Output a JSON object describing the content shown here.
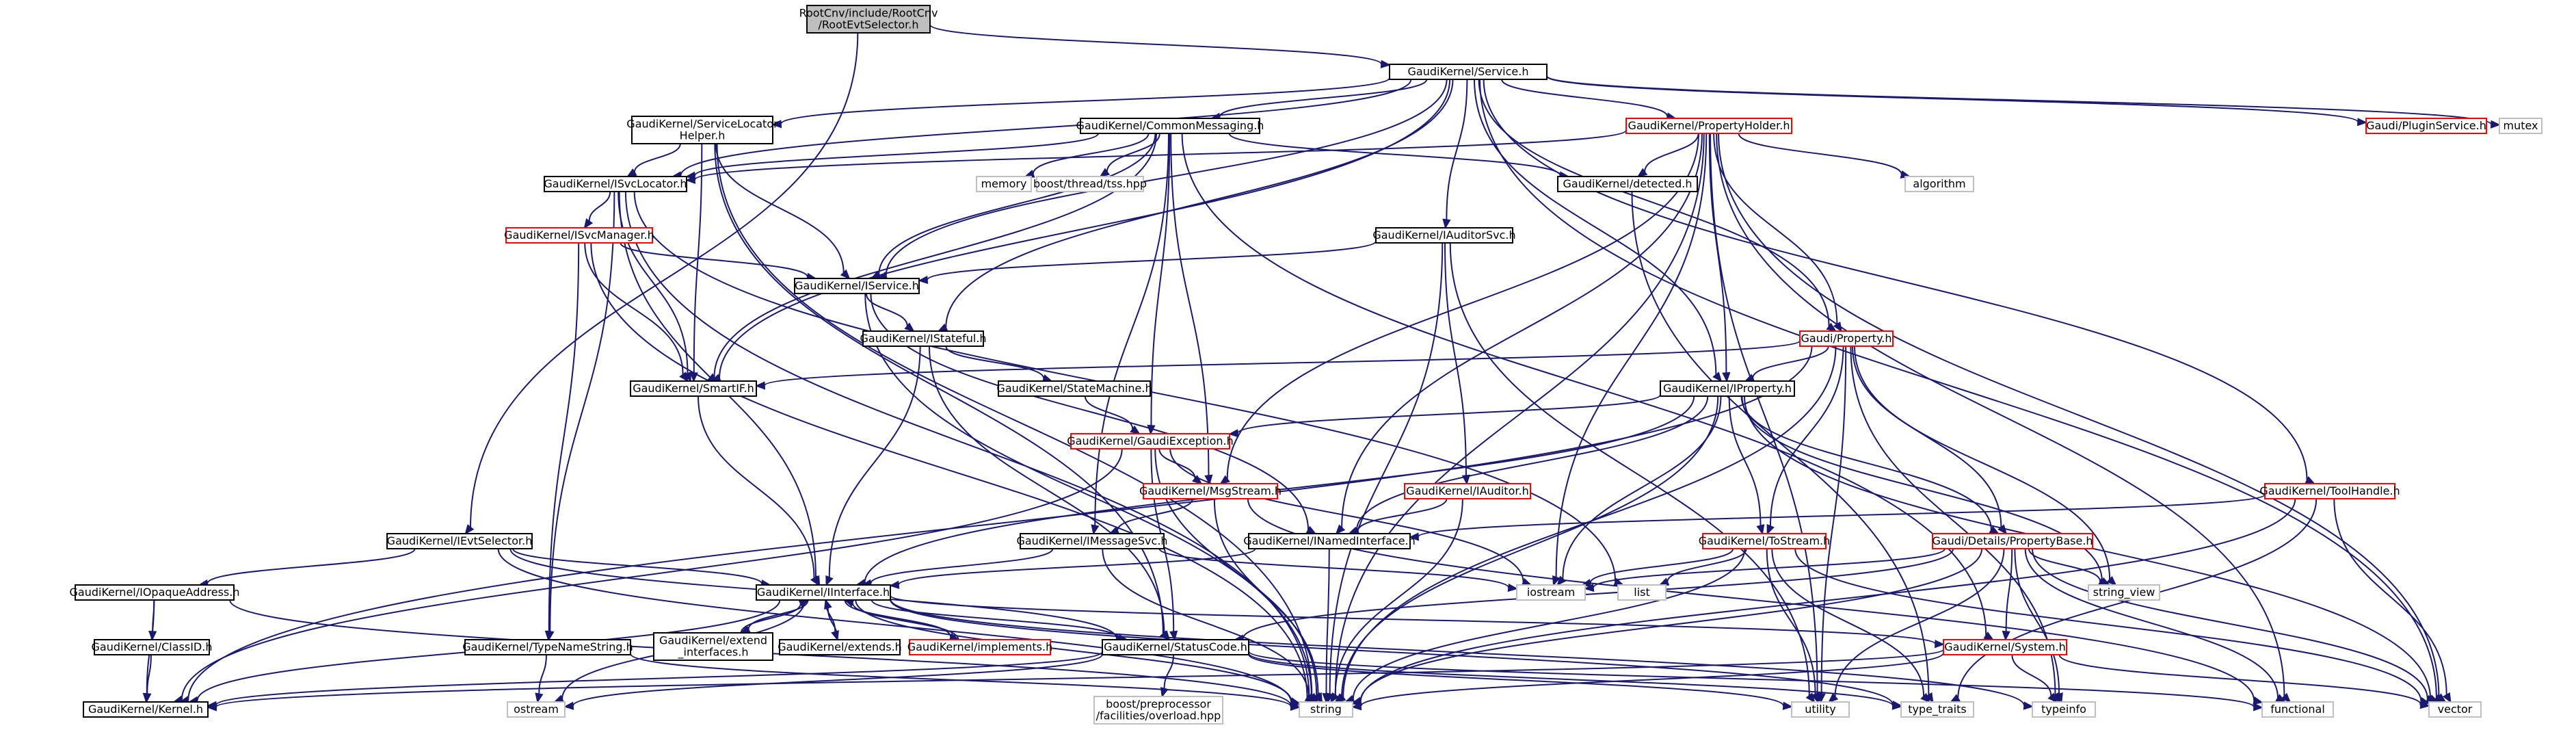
{
  "graph": {
    "colors": {
      "edge": "#191970",
      "node_border_default": "#000000",
      "node_border_incomplete": "#ff0000",
      "node_border_system": "#bfbfbf",
      "root_fill": "#bfbfbf",
      "node_fill": "#ffffff",
      "text": "#000000"
    },
    "nodes": [
      {
        "id": "root",
        "lines": [
          "RootCnv/include/RootCnv",
          "/RootEvtSelector.h"
        ],
        "style": "root"
      },
      {
        "id": "service",
        "lines": [
          "GaudiKernel/Service.h"
        ],
        "style": "default"
      },
      {
        "id": "ievtselector",
        "lines": [
          "GaudiKernel/IEvtSelector.h"
        ],
        "style": "default"
      },
      {
        "id": "servicelocatorhelper",
        "lines": [
          "GaudiKernel/ServiceLocator",
          "Helper.h"
        ],
        "style": "default"
      },
      {
        "id": "commonmessaging",
        "lines": [
          "GaudiKernel/CommonMessaging.h"
        ],
        "style": "default"
      },
      {
        "id": "propertyholder",
        "lines": [
          "GaudiKernel/PropertyHolder.h"
        ],
        "style": "incomplete"
      },
      {
        "id": "pluginservice",
        "lines": [
          "Gaudi/PluginService.h"
        ],
        "style": "incomplete"
      },
      {
        "id": "mutex",
        "lines": [
          "mutex"
        ],
        "style": "system"
      },
      {
        "id": "isvclocator",
        "lines": [
          "GaudiKernel/ISvcLocator.h"
        ],
        "style": "default"
      },
      {
        "id": "memory",
        "lines": [
          "memory"
        ],
        "style": "system"
      },
      {
        "id": "boostthread",
        "lines": [
          "boost/thread/tss.hpp"
        ],
        "style": "system"
      },
      {
        "id": "detected",
        "lines": [
          "GaudiKernel/detected.h"
        ],
        "style": "default"
      },
      {
        "id": "algorithm",
        "lines": [
          "algorithm"
        ],
        "style": "system"
      },
      {
        "id": "isvcmanager",
        "lines": [
          "GaudiKernel/ISvcManager.h"
        ],
        "style": "incomplete"
      },
      {
        "id": "iauditorsvc",
        "lines": [
          "GaudiKernel/IAuditorSvc.h"
        ],
        "style": "default"
      },
      {
        "id": "iservice",
        "lines": [
          "GaudiKernel/IService.h"
        ],
        "style": "default"
      },
      {
        "id": "istateful",
        "lines": [
          "GaudiKernel/IStateful.h"
        ],
        "style": "default"
      },
      {
        "id": "gaudiproperty",
        "lines": [
          "Gaudi/Property.h"
        ],
        "style": "incomplete"
      },
      {
        "id": "smartif",
        "lines": [
          "GaudiKernel/SmartIF.h"
        ],
        "style": "default"
      },
      {
        "id": "statemachine",
        "lines": [
          "GaudiKernel/StateMachine.h"
        ],
        "style": "default"
      },
      {
        "id": "iproperty",
        "lines": [
          "GaudiKernel/IProperty.h"
        ],
        "style": "default"
      },
      {
        "id": "gaudiexception",
        "lines": [
          "GaudiKernel/GaudiException.h"
        ],
        "style": "incomplete"
      },
      {
        "id": "msgstream",
        "lines": [
          "GaudiKernel/MsgStream.h"
        ],
        "style": "incomplete"
      },
      {
        "id": "iauditor",
        "lines": [
          "GaudiKernel/IAuditor.h"
        ],
        "style": "incomplete"
      },
      {
        "id": "toolhandle",
        "lines": [
          "GaudiKernel/ToolHandle.h"
        ],
        "style": "incomplete"
      },
      {
        "id": "imessagesvc",
        "lines": [
          "GaudiKernel/IMessageSvc.h"
        ],
        "style": "default"
      },
      {
        "id": "inamedinterface",
        "lines": [
          "GaudiKernel/INamedInterface.h"
        ],
        "style": "default"
      },
      {
        "id": "tostream",
        "lines": [
          "GaudiKernel/ToStream.h"
        ],
        "style": "incomplete"
      },
      {
        "id": "propertybase",
        "lines": [
          "Gaudi/Details/PropertyBase.h"
        ],
        "style": "incomplete"
      },
      {
        "id": "iopaqueaddress",
        "lines": [
          "GaudiKernel/IOpaqueAddress.h"
        ],
        "style": "default"
      },
      {
        "id": "iinterface",
        "lines": [
          "GaudiKernel/IInterface.h"
        ],
        "style": "default"
      },
      {
        "id": "iostream",
        "lines": [
          "iostream"
        ],
        "style": "system"
      },
      {
        "id": "list",
        "lines": [
          "list"
        ],
        "style": "system"
      },
      {
        "id": "string_view",
        "lines": [
          "string_view"
        ],
        "style": "system"
      },
      {
        "id": "classid",
        "lines": [
          "GaudiKernel/ClassID.h"
        ],
        "style": "default"
      },
      {
        "id": "typenamestring",
        "lines": [
          "GaudiKernel/TypeNameString.h"
        ],
        "style": "default"
      },
      {
        "id": "extendinterfaces",
        "lines": [
          "GaudiKernel/extend",
          "_interfaces.h"
        ],
        "style": "default"
      },
      {
        "id": "extends",
        "lines": [
          "GaudiKernel/extends.h"
        ],
        "style": "default"
      },
      {
        "id": "implements",
        "lines": [
          "GaudiKernel/implements.h"
        ],
        "style": "incomplete"
      },
      {
        "id": "statuscode",
        "lines": [
          "GaudiKernel/StatusCode.h"
        ],
        "style": "default"
      },
      {
        "id": "system",
        "lines": [
          "GaudiKernel/System.h"
        ],
        "style": "incomplete"
      },
      {
        "id": "kernel",
        "lines": [
          "GaudiKernel/Kernel.h"
        ],
        "style": "default"
      },
      {
        "id": "ostream",
        "lines": [
          "ostream"
        ],
        "style": "system"
      },
      {
        "id": "string",
        "lines": [
          "string"
        ],
        "style": "system"
      },
      {
        "id": "boostpp",
        "lines": [
          "boost/preprocessor",
          "/facilities/overload.hpp"
        ],
        "style": "system"
      },
      {
        "id": "utility",
        "lines": [
          "utility"
        ],
        "style": "system"
      },
      {
        "id": "type_traits",
        "lines": [
          "type_traits"
        ],
        "style": "system"
      },
      {
        "id": "typeinfo",
        "lines": [
          "typeinfo"
        ],
        "style": "system"
      },
      {
        "id": "functional",
        "lines": [
          "functional"
        ],
        "style": "system"
      },
      {
        "id": "vector",
        "lines": [
          "vector"
        ],
        "style": "system"
      }
    ],
    "edges": [
      [
        "root",
        "service"
      ],
      [
        "root",
        "ievtselector"
      ],
      [
        "service",
        "servicelocatorhelper"
      ],
      [
        "service",
        "commonmessaging"
      ],
      [
        "service",
        "propertyholder"
      ],
      [
        "service",
        "pluginservice"
      ],
      [
        "service",
        "mutex"
      ],
      [
        "service",
        "isvclocator"
      ],
      [
        "service",
        "iservice"
      ],
      [
        "service",
        "istateful"
      ],
      [
        "service",
        "smartif"
      ],
      [
        "service",
        "iauditorsvc"
      ],
      [
        "service",
        "iproperty"
      ],
      [
        "service",
        "gaudiproperty"
      ],
      [
        "service",
        "toolhandle"
      ],
      [
        "service",
        "vector"
      ],
      [
        "ievtselector",
        "iopaqueaddress"
      ],
      [
        "ievtselector",
        "iinterface"
      ],
      [
        "ievtselector",
        "statuscode"
      ],
      [
        "ievtselector",
        "string"
      ],
      [
        "servicelocatorhelper",
        "isvclocator"
      ],
      [
        "servicelocatorhelper",
        "iservice"
      ],
      [
        "servicelocatorhelper",
        "smartif"
      ],
      [
        "servicelocatorhelper",
        "statuscode"
      ],
      [
        "servicelocatorhelper",
        "string"
      ],
      [
        "commonmessaging",
        "isvclocator"
      ],
      [
        "commonmessaging",
        "memory"
      ],
      [
        "commonmessaging",
        "boostthread"
      ],
      [
        "commonmessaging",
        "detected"
      ],
      [
        "commonmessaging",
        "iservice"
      ],
      [
        "commonmessaging",
        "smartif"
      ],
      [
        "commonmessaging",
        "gaudiexception"
      ],
      [
        "commonmessaging",
        "msgstream"
      ],
      [
        "commonmessaging",
        "imessagesvc"
      ],
      [
        "commonmessaging",
        "system"
      ],
      [
        "propertyholder",
        "isvclocator"
      ],
      [
        "propertyholder",
        "detected"
      ],
      [
        "propertyholder",
        "algorithm"
      ],
      [
        "propertyholder",
        "gaudiproperty"
      ],
      [
        "propertyholder",
        "iproperty"
      ],
      [
        "propertyholder",
        "msgstream"
      ],
      [
        "propertyholder",
        "inamedinterface"
      ],
      [
        "propertyholder",
        "iostream"
      ],
      [
        "propertyholder",
        "string"
      ],
      [
        "propertyholder",
        "utility"
      ],
      [
        "propertyholder",
        "functional"
      ],
      [
        "propertyholder",
        "vector"
      ],
      [
        "isvclocator",
        "isvcmanager"
      ],
      [
        "isvclocator",
        "smartif"
      ],
      [
        "isvclocator",
        "iinterface"
      ],
      [
        "isvclocator",
        "typenamestring"
      ],
      [
        "isvclocator",
        "list"
      ],
      [
        "isvclocator",
        "string"
      ],
      [
        "detected",
        "type_traits"
      ],
      [
        "isvcmanager",
        "iservice"
      ],
      [
        "isvcmanager",
        "smartif"
      ],
      [
        "isvcmanager",
        "typenamestring"
      ],
      [
        "isvcmanager",
        "string"
      ],
      [
        "iauditorsvc",
        "iservice"
      ],
      [
        "iauditorsvc",
        "iauditor"
      ],
      [
        "iauditorsvc",
        "string"
      ],
      [
        "iauditorsvc",
        "utility"
      ],
      [
        "iservice",
        "istateful"
      ],
      [
        "iservice",
        "inamedinterface"
      ],
      [
        "iservice",
        "string"
      ],
      [
        "istateful",
        "statemachine"
      ],
      [
        "istateful",
        "iinterface"
      ],
      [
        "istateful",
        "statuscode"
      ],
      [
        "statemachine",
        "gaudiexception"
      ],
      [
        "gaudiproperty",
        "smartif"
      ],
      [
        "gaudiproperty",
        "iproperty"
      ],
      [
        "gaudiproperty",
        "propertybase"
      ],
      [
        "gaudiproperty",
        "tostream"
      ],
      [
        "gaudiproperty",
        "kernel"
      ],
      [
        "gaudiproperty",
        "string"
      ],
      [
        "gaudiproperty",
        "string_view"
      ],
      [
        "gaudiproperty",
        "utility"
      ],
      [
        "gaudiproperty",
        "typeinfo"
      ],
      [
        "smartif",
        "iinterface"
      ],
      [
        "iproperty",
        "gaudiexception"
      ],
      [
        "iproperty",
        "inamedinterface"
      ],
      [
        "iproperty",
        "iinterface"
      ],
      [
        "iproperty",
        "tostream"
      ],
      [
        "iproperty",
        "propertybase"
      ],
      [
        "iproperty",
        "iostream"
      ],
      [
        "iproperty",
        "string"
      ],
      [
        "iproperty",
        "vector"
      ],
      [
        "iproperty",
        "string_view"
      ],
      [
        "gaudiexception",
        "msgstream"
      ],
      [
        "gaudiexception",
        "statuscode"
      ],
      [
        "gaudiexception",
        "kernel"
      ],
      [
        "gaudiexception",
        "iostream"
      ],
      [
        "gaudiexception",
        "string"
      ],
      [
        "msgstream",
        "imessagesvc"
      ],
      [
        "msgstream",
        "string"
      ],
      [
        "msgstream",
        "functional"
      ],
      [
        "iauditor",
        "inamedinterface"
      ],
      [
        "iauditor",
        "string"
      ],
      [
        "toolhandle",
        "inamedinterface"
      ],
      [
        "toolhandle",
        "type_traits"
      ],
      [
        "toolhandle",
        "vector"
      ],
      [
        "toolhandle",
        "string"
      ],
      [
        "imessagesvc",
        "iinterface"
      ],
      [
        "imessagesvc",
        "iostream"
      ],
      [
        "imessagesvc",
        "string"
      ],
      [
        "inamedinterface",
        "iinterface"
      ],
      [
        "inamedinterface",
        "string"
      ],
      [
        "tostream",
        "iostream"
      ],
      [
        "tostream",
        "list"
      ],
      [
        "tostream",
        "string"
      ],
      [
        "tostream",
        "type_traits"
      ],
      [
        "tostream",
        "utility"
      ],
      [
        "tostream",
        "vector"
      ],
      [
        "propertybase",
        "iostream"
      ],
      [
        "propertybase",
        "string_view"
      ],
      [
        "propertybase",
        "statuscode"
      ],
      [
        "propertybase",
        "system"
      ],
      [
        "propertybase",
        "string"
      ],
      [
        "propertybase",
        "utility"
      ],
      [
        "propertybase",
        "typeinfo"
      ],
      [
        "propertybase",
        "functional"
      ],
      [
        "propertybase",
        "vector"
      ],
      [
        "iopaqueaddress",
        "classid"
      ],
      [
        "iopaqueaddress",
        "kernel"
      ],
      [
        "iopaqueaddress",
        "string"
      ],
      [
        "classid",
        "kernel"
      ],
      [
        "typenamestring",
        "string"
      ],
      [
        "typenamestring",
        "ostream"
      ],
      [
        "iinterface",
        "extendinterfaces"
      ],
      [
        "iinterface",
        "extends"
      ],
      [
        "iinterface",
        "implements"
      ],
      [
        "iinterface",
        "statuscode"
      ],
      [
        "iinterface",
        "system"
      ],
      [
        "iinterface",
        "kernel"
      ],
      [
        "iinterface",
        "ostream"
      ],
      [
        "iinterface",
        "type_traits"
      ],
      [
        "iinterface",
        "typeinfo"
      ],
      [
        "iinterface",
        "string"
      ],
      [
        "extendinterfaces",
        "iinterface"
      ],
      [
        "extends",
        "iinterface"
      ],
      [
        "implements",
        "iinterface"
      ],
      [
        "statuscode",
        "kernel"
      ],
      [
        "statuscode",
        "boostpp"
      ],
      [
        "statuscode",
        "ostream"
      ],
      [
        "statuscode",
        "type_traits"
      ],
      [
        "statuscode",
        "utility"
      ],
      [
        "statuscode",
        "functional"
      ],
      [
        "system",
        "kernel"
      ],
      [
        "system",
        "string"
      ],
      [
        "system",
        "typeinfo"
      ],
      [
        "system",
        "vector"
      ]
    ]
  }
}
